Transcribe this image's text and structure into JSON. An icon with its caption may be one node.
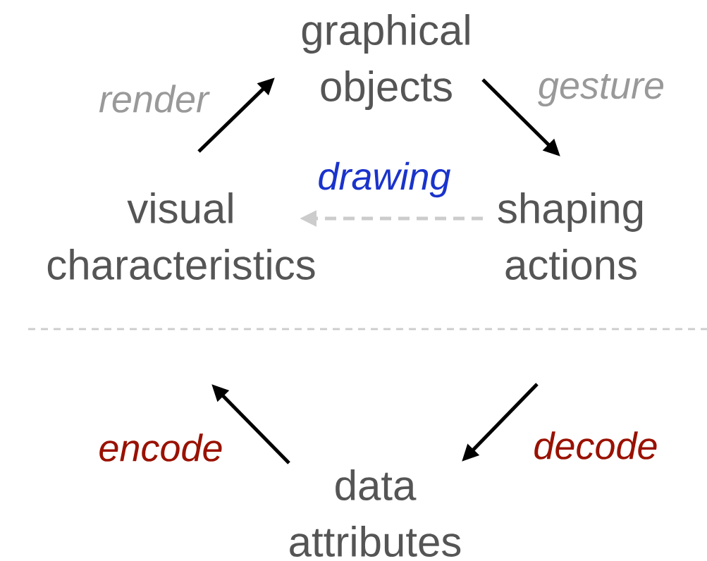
{
  "diagram": {
    "nodes": [
      {
        "text": [
          "graphical objects"
        ]
      },
      {
        "text": [
          "shaping actions"
        ]
      },
      {
        "text": [
          "visual characteristics"
        ]
      },
      {
        "text": [
          "data attributes"
        ]
      }
    ],
    "edges": [
      {
        "from": 2,
        "to": 0,
        "arrow": "to",
        "label": "render"
      },
      {
        "from": 0,
        "to": 1,
        "arrow": "to",
        "label": "gesture"
      },
      {
        "from": 1,
        "to": 2,
        "arrow": "to",
        "label": "drawing",
        "style": "dashed",
        "color": "#cccccc"
      },
      {
        "from": null,
        "to": 3,
        "arrow": "to",
        "label": "decode"
      },
      {
        "from": 3,
        "to": null,
        "arrow": "to",
        "label": "encode"
      }
    ]
  }
}
